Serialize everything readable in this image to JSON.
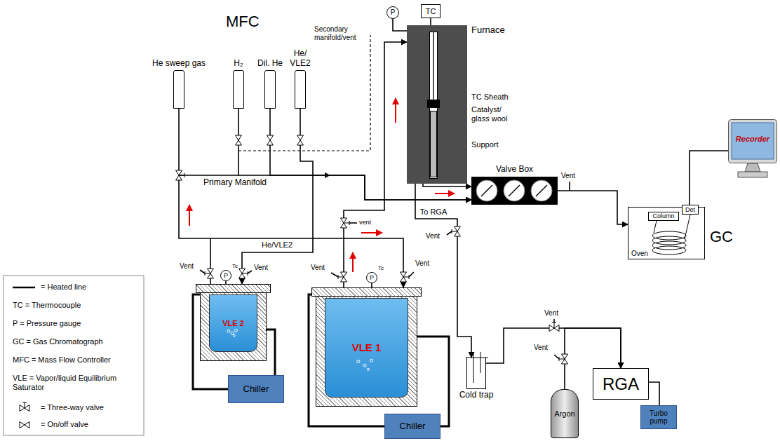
{
  "diagram": {
    "nodes": [
      {
        "text": [
          "He sweep gas"
        ]
      },
      {
        "text": [
          "H₂"
        ]
      },
      {
        "text": [
          "Dil. He"
        ]
      },
      {
        "text": [
          "He/ VLE2"
        ]
      },
      {
        "text": [
          "P"
        ]
      },
      {
        "text": [
          "TC"
        ]
      },
      {
        "text": [
          "Furnace"
        ]
      },
      {
        "text": [
          "Valve Box"
        ]
      },
      {
        "text": [
          "Oven"
        ]
      },
      {
        "text": [
          "Column"
        ],
        "in": 8
      },
      {
        "text": [
          "Det"
        ],
        "in": 8
      },
      {
        "text": [
          "Recorder"
        ]
      },
      {
        "text": [
          "VLE 2"
        ]
      },
      {
        "text": [
          "Chiller"
        ]
      },
      {
        "text": [
          "VLE 1"
        ]
      },
      {
        "text": [
          "Chiller"
        ]
      },
      {
        "text": [
          "Cold trap"
        ]
      },
      {
        "text": [
          "RGA"
        ]
      },
      {
        "text": [
          "Turbo pump"
        ]
      },
      {
        "text": [
          "Argon"
        ]
      },
      {
        "text": [
          "P"
        ]
      },
      {
        "text": [
          "P"
        ]
      }
    ],
    "edges": [
      {
        "from": 1,
        "to": 7,
        "arrow": "to"
      },
      {
        "from": 2,
        "to": 7,
        "arrow": "to"
      },
      {
        "from": 3,
        "to": 12,
        "label": "He/VLE2",
        "arrow": "to"
      },
      {
        "from": 0,
        "to": 14,
        "arrow": "to"
      },
      {
        "from": 14,
        "to": 6,
        "arrow": "to"
      },
      {
        "from": 6,
        "to": 7,
        "arrow": "to"
      },
      {
        "from": 7,
        "to": 8,
        "arrow": "to"
      },
      {
        "from": 10,
        "to": 11,
        "arrow": "none"
      },
      {
        "from": 13,
        "to": 12,
        "arrow": "none"
      },
      {
        "from": 15,
        "to": 14,
        "arrow": "none"
      },
      {
        "from": 6,
        "to": 16,
        "label": "To RGA",
        "arrow": "to"
      },
      {
        "from": 16,
        "to": 17,
        "arrow": "to"
      },
      {
        "from": 19,
        "to": 17,
        "arrow": "to"
      },
      {
        "from": 17,
        "to": 18,
        "arrow": "none"
      },
      {
        "from": 4,
        "to": 6,
        "arrow": "none"
      },
      {
        "from": 5,
        "to": 6,
        "arrow": "none"
      }
    ],
    "labels": [
      "MFC",
      "Secondary manifold/vent",
      "Primary Manifold",
      "vent",
      "TC Sheath",
      "Catalyst/ glass wool",
      "Support",
      "Vent",
      "Vent",
      "Vent",
      "Vent",
      "Vent",
      "Vent",
      "Vent",
      "Vent",
      "GC",
      "Tc",
      "Tc"
    ],
    "legend": [
      {
        "text": "= Heated line"
      },
      {
        "text": "TC = Thermocouple"
      },
      {
        "text": "P = Pressure gauge"
      },
      {
        "text": "GC = Gas Chromatograph"
      },
      {
        "text": "MFC = Mass Flow Controller"
      },
      {
        "text": "VLE = Vapor/liquid Equilibrium Saturator"
      },
      {
        "text": "= Three-way valve"
      },
      {
        "text": "= On/off valve"
      }
    ]
  }
}
